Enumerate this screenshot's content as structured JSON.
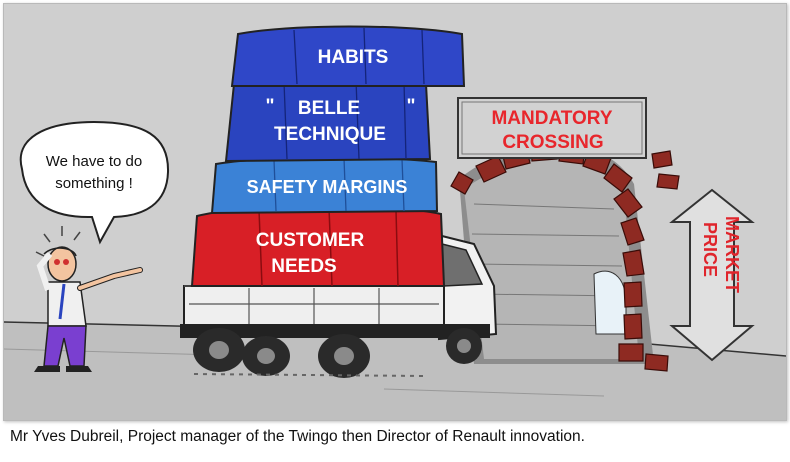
{
  "cartoon": {
    "speech_bubble_line1": "We have to do",
    "speech_bubble_line2": "something !",
    "loads": {
      "habits": "HABITS",
      "quote_left": "\"",
      "belle_line1": "BELLE",
      "belle_line2": "TECHNIQUE",
      "quote_right": "\"",
      "safety": "SAFETY MARGINS",
      "customer_line1": "CUSTOMER",
      "customer_line2": "NEEDS"
    },
    "sign_line1": "MANDATORY",
    "sign_line2": "CROSSING",
    "price_line1": "MARKET",
    "price_line2": "PRICE"
  },
  "caption": "Mr Yves Dubreil, Project manager of the Twingo then Director of Renault innovation.",
  "colors": {
    "habits_blue": "#2f47c8",
    "belle_blue": "#2a44bf",
    "safety_blue": "#3b82d6",
    "customer_red": "#d81f26",
    "sign_text_red": "#e8262c",
    "price_text_red": "#e0252c",
    "brick": "#8e2a22",
    "background": "#cfcfcf"
  }
}
